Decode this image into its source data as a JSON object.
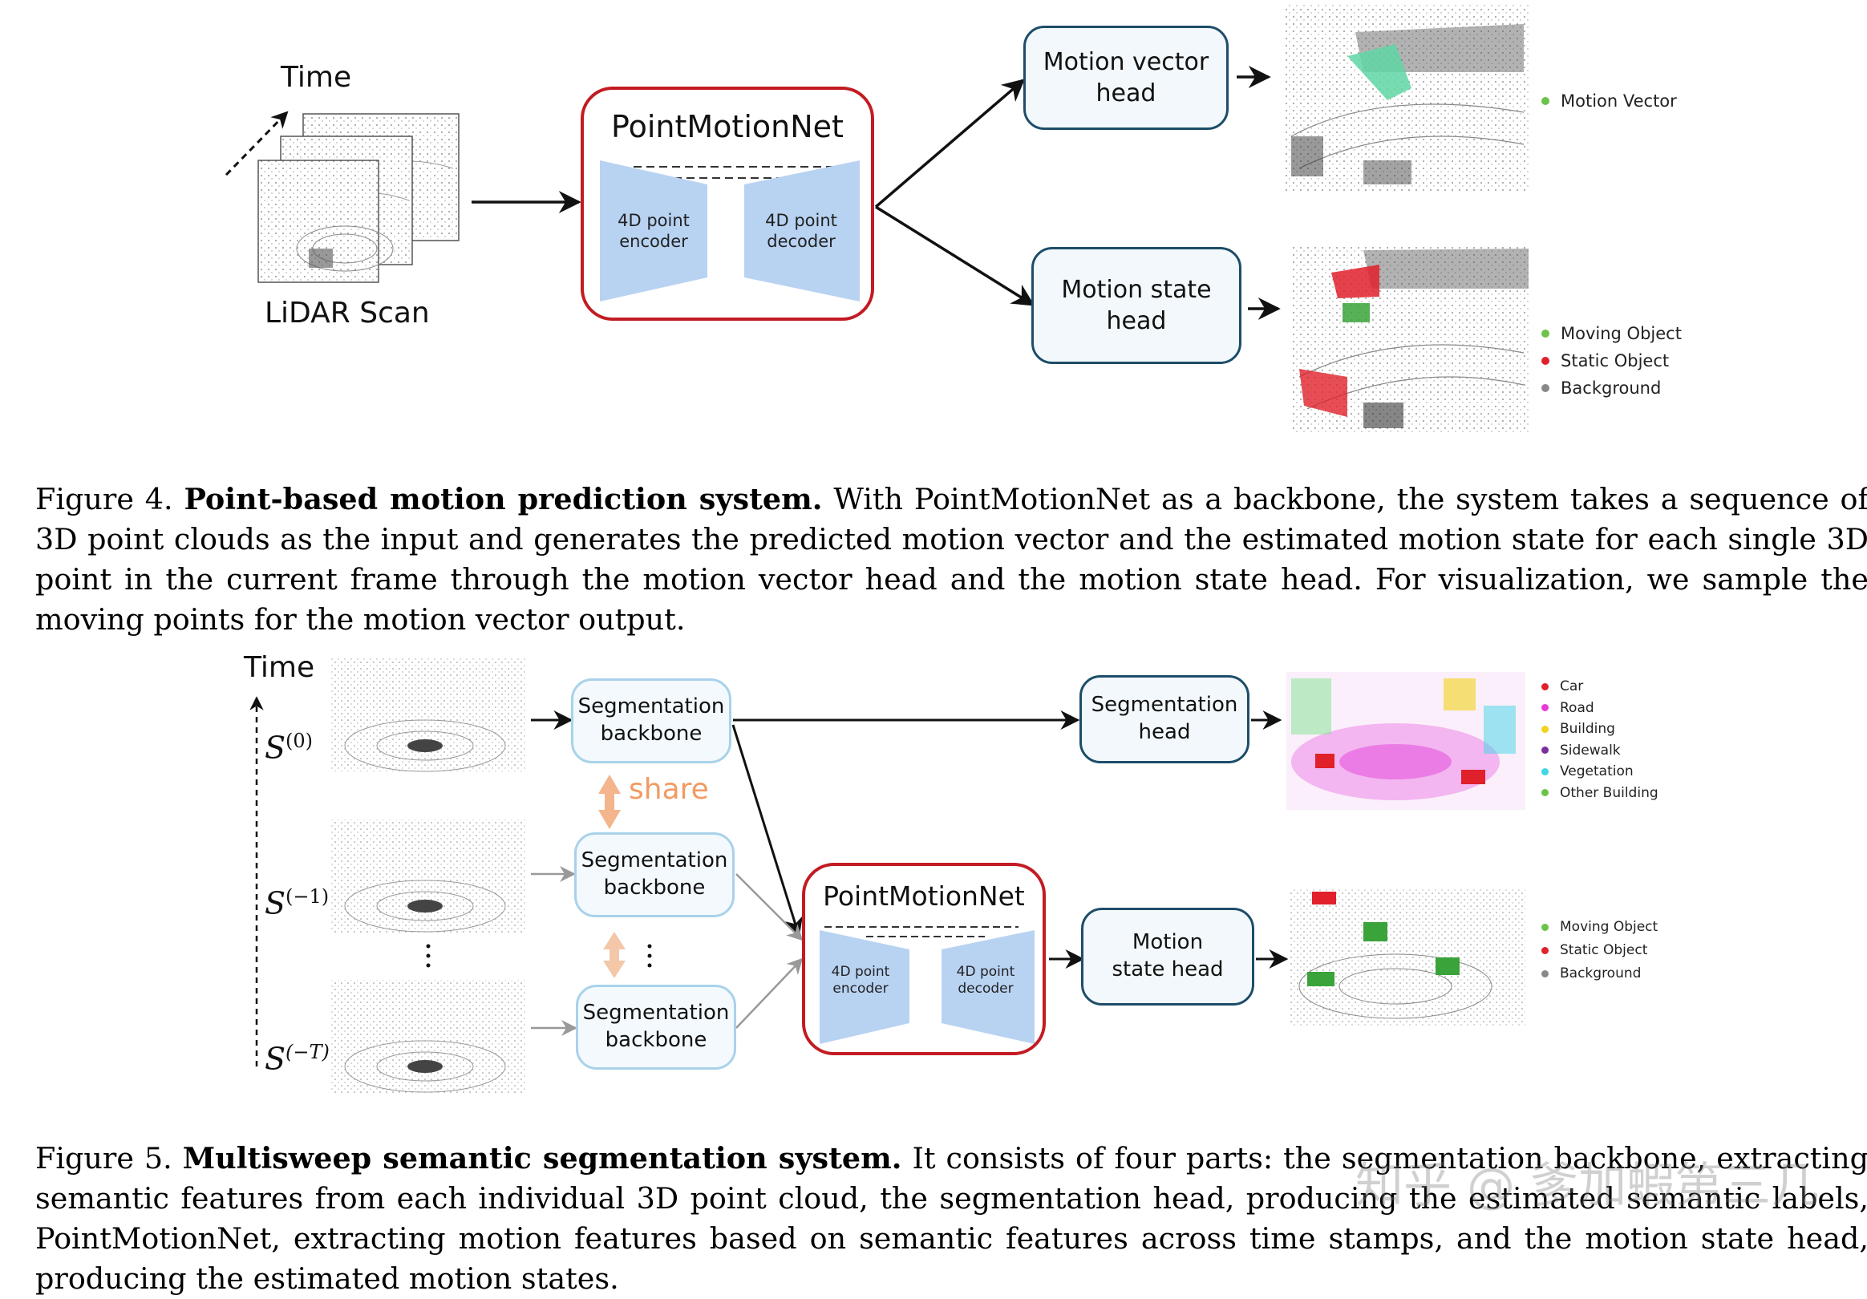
{
  "fig4": {
    "time_label": "Time",
    "lidar_label": "LiDAR Scan",
    "pmn_title": "PointMotionNet",
    "encoder_label": "4D point encoder",
    "decoder_label": "4D point decoder",
    "head_vector": "Motion vector head",
    "head_state": "Motion state head",
    "legend_vector": [
      {
        "label": "Motion Vector",
        "color": "#6cc24a"
      }
    ],
    "legend_state": [
      {
        "label": "Moving Object",
        "color": "#6cc24a"
      },
      {
        "label": "Static Object",
        "color": "#e0202a"
      },
      {
        "label": "Background",
        "color": "#888888"
      }
    ],
    "caption_prefix": "Figure 4.",
    "caption_title": "Point-based motion prediction system.",
    "caption_body": "With PointMotionNet as a backbone, the system takes a sequence of 3D point clouds as the input and generates the predicted motion vector and the estimated motion state for each single 3D point in the current frame through the motion vector head and the motion state head. For visualization, we sample the moving points for the motion vector output."
  },
  "fig5": {
    "time_label": "Time",
    "s0": "S",
    "s0_sup": "(0)",
    "s1": "S",
    "s1_sup": "(−1)",
    "sT": "S",
    "sT_sup": "(−T)",
    "seg_backbone": "Segmentation backbone",
    "share_label": "share",
    "seg_head": "Segmentation head",
    "pmn_title": "PointMotionNet",
    "encoder_label": "4D point encoder",
    "decoder_label": "4D point decoder",
    "motion_state_head": "Motion state head",
    "legend_seg": [
      {
        "label": "Car",
        "color": "#e0202a"
      },
      {
        "label": "Road",
        "color": "#e83ad8"
      },
      {
        "label": "Building",
        "color": "#f2d21b"
      },
      {
        "label": "Sidewalk",
        "color": "#7a2fa0"
      },
      {
        "label": "Vegetation",
        "color": "#3fd6e6"
      },
      {
        "label": "Other Building",
        "color": "#6cc24a"
      }
    ],
    "legend_state": [
      {
        "label": "Moving Object",
        "color": "#6cc24a"
      },
      {
        "label": "Static Object",
        "color": "#e0202a"
      },
      {
        "label": "Background",
        "color": "#888888"
      }
    ],
    "caption_prefix": "Figure 5.",
    "caption_title": "Multisweep semantic segmentation system.",
    "caption_body": "It consists of four parts: the segmentation backbone, extracting semantic features from each individual 3D point cloud, the segmentation head, producing the estimated semantic labels, PointMotionNet, extracting motion features based on semantic features across time stamps, and the motion state head, producing the estimated motion states."
  },
  "watermark": "知乎 @ 爹加蝦第三几"
}
